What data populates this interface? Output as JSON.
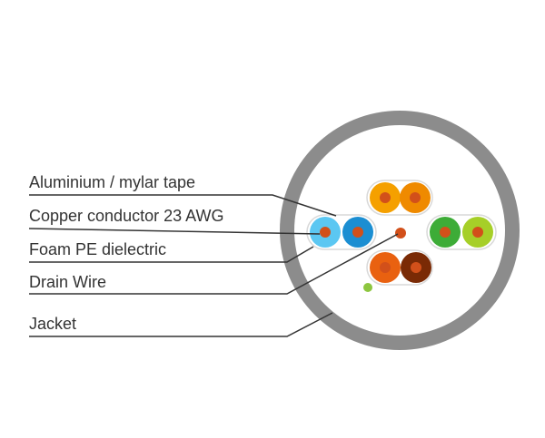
{
  "labels": {
    "tape": "Aluminium / mylar tape",
    "conductor": "Copper conductor 23 AWG",
    "dielectric": "Foam PE dielectric",
    "drain": "Drain Wire",
    "jacket": "Jacket"
  },
  "colors": {
    "jacket": "#8c8c8c",
    "inner": "#ffffff",
    "leader": "#333333",
    "copper": "#d2501a",
    "drain_wire": "#d2501a",
    "pair_orange_a": "#f5a000",
    "pair_orange_b": "#ef8a00",
    "pair_blue_a": "#5bc7f2",
    "pair_blue_b": "#1b8ed2",
    "pair_green_a": "#3dac37",
    "pair_green_b": "#a6cf28",
    "pair_brown_a": "#e96110",
    "pair_brown_b": "#7a2a05",
    "filler_dot": "#8dc63f",
    "pair_outline": "#d9d9d9"
  }
}
